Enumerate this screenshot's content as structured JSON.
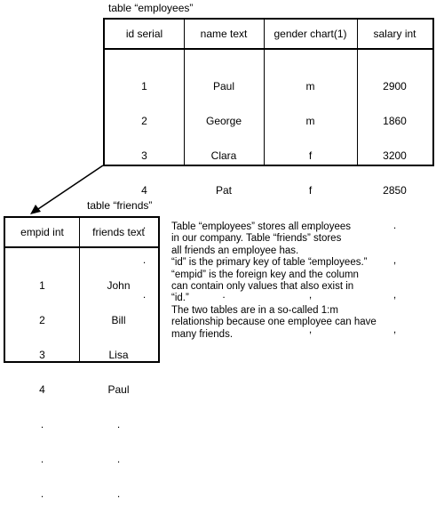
{
  "employees": {
    "caption": "table “employees”",
    "headers": [
      "id serial",
      "name text",
      "gender chart(1)",
      "salary int"
    ],
    "columns": [
      [
        "1",
        "2",
        "3",
        "4",
        ".",
        ".",
        ".",
        ""
      ],
      [
        "Paul",
        "George",
        "Clara",
        "Pat",
        ".",
        ".",
        ".",
        ""
      ],
      [
        "m",
        "m",
        "f",
        "f",
        ".",
        ",",
        ",",
        ","
      ],
      [
        "2900",
        "1860",
        "3200",
        "2850",
        ".",
        ",",
        ",",
        ","
      ]
    ]
  },
  "friends": {
    "caption": "table “friends”",
    "headers": [
      "empid int",
      "friends text"
    ],
    "columns": [
      [
        "1",
        "2",
        "3",
        "4",
        ".",
        ".",
        "."
      ],
      [
        "John",
        "Bill",
        "Lisa",
        "Paul",
        ".",
        ".",
        "."
      ]
    ]
  },
  "description": [
    "Table “employees” stores all employees",
    "in our company. Table “friends” stores",
    "all friends an employee has.",
    "“id” is the primary key of table “employees.”",
    "“empid” is the foreign key and the column",
    "can contain only values that also exist in",
    "“id.”",
    "The two tables are in a so-called 1:m",
    "relationship because one employee can have",
    "many friends."
  ]
}
